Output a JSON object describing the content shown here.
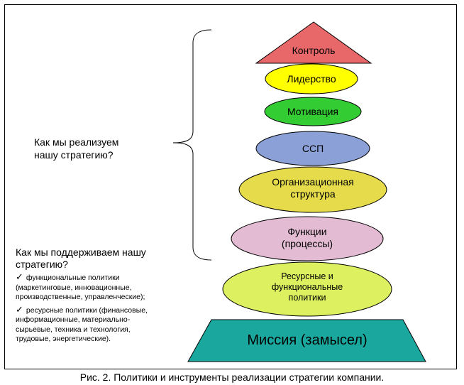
{
  "diagram": {
    "layers": [
      {
        "id": "control",
        "label_lines": [
          "Контроль"
        ],
        "shape": "triangle",
        "color": "#e8686a"
      },
      {
        "id": "leadership",
        "label_lines": [
          "Лидерство"
        ],
        "shape": "ellipse",
        "color": "#ffff00"
      },
      {
        "id": "motivation",
        "label_lines": [
          "Мотивация"
        ],
        "shape": "ellipse",
        "color": "#33cc33"
      },
      {
        "id": "ssp",
        "label_lines": [
          "ССП"
        ],
        "shape": "ellipse",
        "color": "#8aa0d6"
      },
      {
        "id": "org-structure",
        "label_lines": [
          "Организационная",
          "структура"
        ],
        "shape": "ellipse",
        "color": "#e6dc4b"
      },
      {
        "id": "functions",
        "label_lines": [
          "Функции",
          "(процессы)"
        ],
        "shape": "ellipse",
        "color": "#e3bcd4"
      },
      {
        "id": "resource-policies",
        "label_lines": [
          "Ресурсные и",
          "функциональные",
          "политики"
        ],
        "shape": "ellipse",
        "color": "#dcf060"
      },
      {
        "id": "mission",
        "label_lines": [
          "Миссия (замысел)"
        ],
        "shape": "trapezoid",
        "color": "#1aa89e"
      }
    ],
    "question_implement": [
      "Как мы реализуем",
      "нашу стратегию?"
    ],
    "question_support": [
      "Как мы поддерживаем нашу",
      "стратегию?"
    ],
    "policies": [
      {
        "check": "✓",
        "lines": [
          "функциональные политики",
          "(маркетинговые, инновационные,",
          "производственные, управленческие);"
        ]
      },
      {
        "check": "✓",
        "lines": [
          "ресурсные политики (финансовые,",
          "информационные, материально-",
          "сырьевые, техника и технология,",
          "трудовые, энергетические)."
        ]
      }
    ],
    "caption": "Рис. 2. Политики и инструменты реализации стратегии компании."
  }
}
